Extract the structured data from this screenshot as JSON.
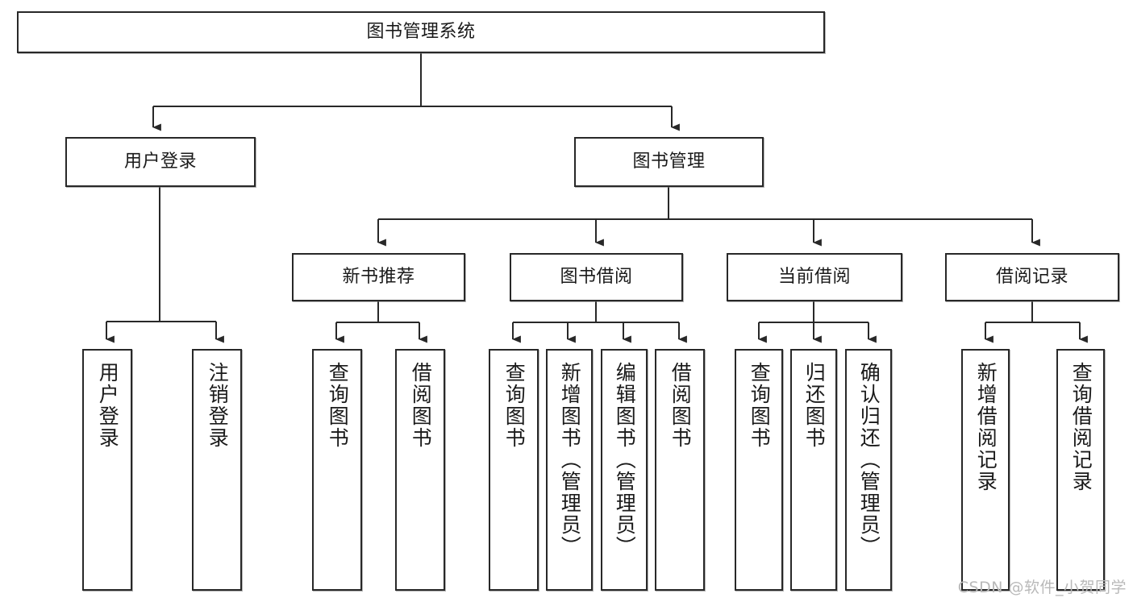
{
  "diagram": {
    "title": "图书管理系统",
    "type": "tree",
    "colors": {
      "stroke": "#282828",
      "fill": "#ffffff",
      "text": "#1a1a1a",
      "watermark": "#b9b9b9"
    },
    "root": {
      "label": "图书管理系统"
    },
    "level2": [
      {
        "label": "用户登录"
      },
      {
        "label": "图书管理"
      }
    ],
    "level3": [
      {
        "label": "新书推荐"
      },
      {
        "label": "图书借阅"
      },
      {
        "label": "当前借阅"
      },
      {
        "label": "借阅记录"
      }
    ],
    "leaves": {
      "user_login": [
        {
          "label": "用户登录"
        },
        {
          "label": "注销登录"
        }
      ],
      "new_book_recommend": [
        {
          "label": "查询图书"
        },
        {
          "label": "借阅图书"
        }
      ],
      "book_borrow": [
        {
          "label": "查询图书"
        },
        {
          "label": "新增图书（管理员）"
        },
        {
          "label": "编辑图书（管理员）"
        },
        {
          "label": "借阅图书"
        }
      ],
      "current_borrow": [
        {
          "label": "查询图书"
        },
        {
          "label": "归还图书"
        },
        {
          "label": "确认归还（管理员）"
        }
      ],
      "borrow_record": [
        {
          "label": "新增借阅记录"
        },
        {
          "label": "查询借阅记录"
        }
      ]
    }
  },
  "watermark": {
    "text": "CSDN @软件_小贺同学"
  }
}
